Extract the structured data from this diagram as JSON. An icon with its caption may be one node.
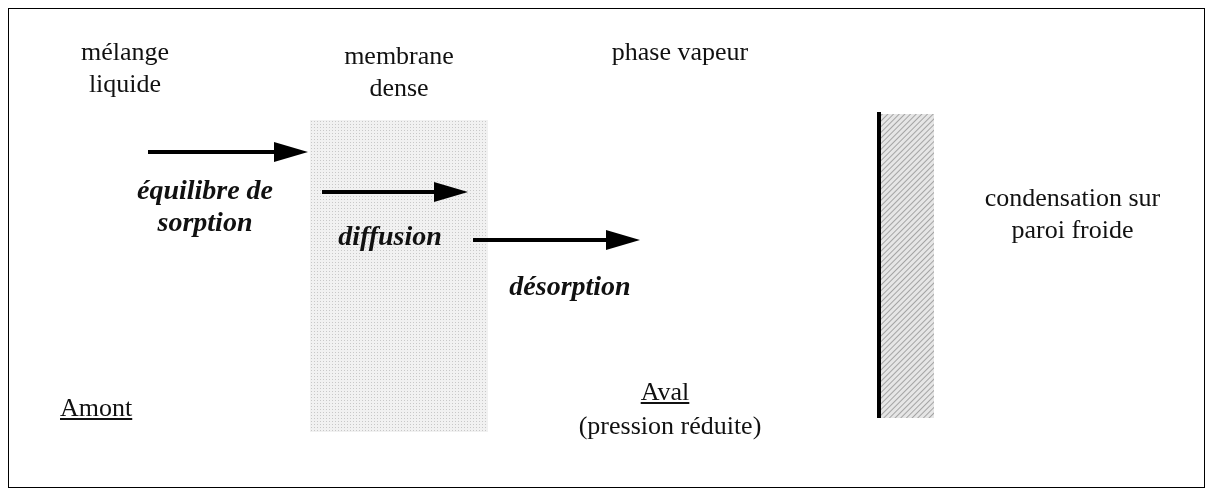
{
  "diagram": {
    "nodes": [
      {
        "text": [
          "membrane dense"
        ]
      }
    ],
    "labels": [
      "mélange liquide",
      "phase vapeur",
      "équilibre de sorption",
      "diffusion",
      "désorption",
      "condensation sur paroi froide",
      "Amont",
      "Aval",
      "(pression réduite)"
    ]
  }
}
